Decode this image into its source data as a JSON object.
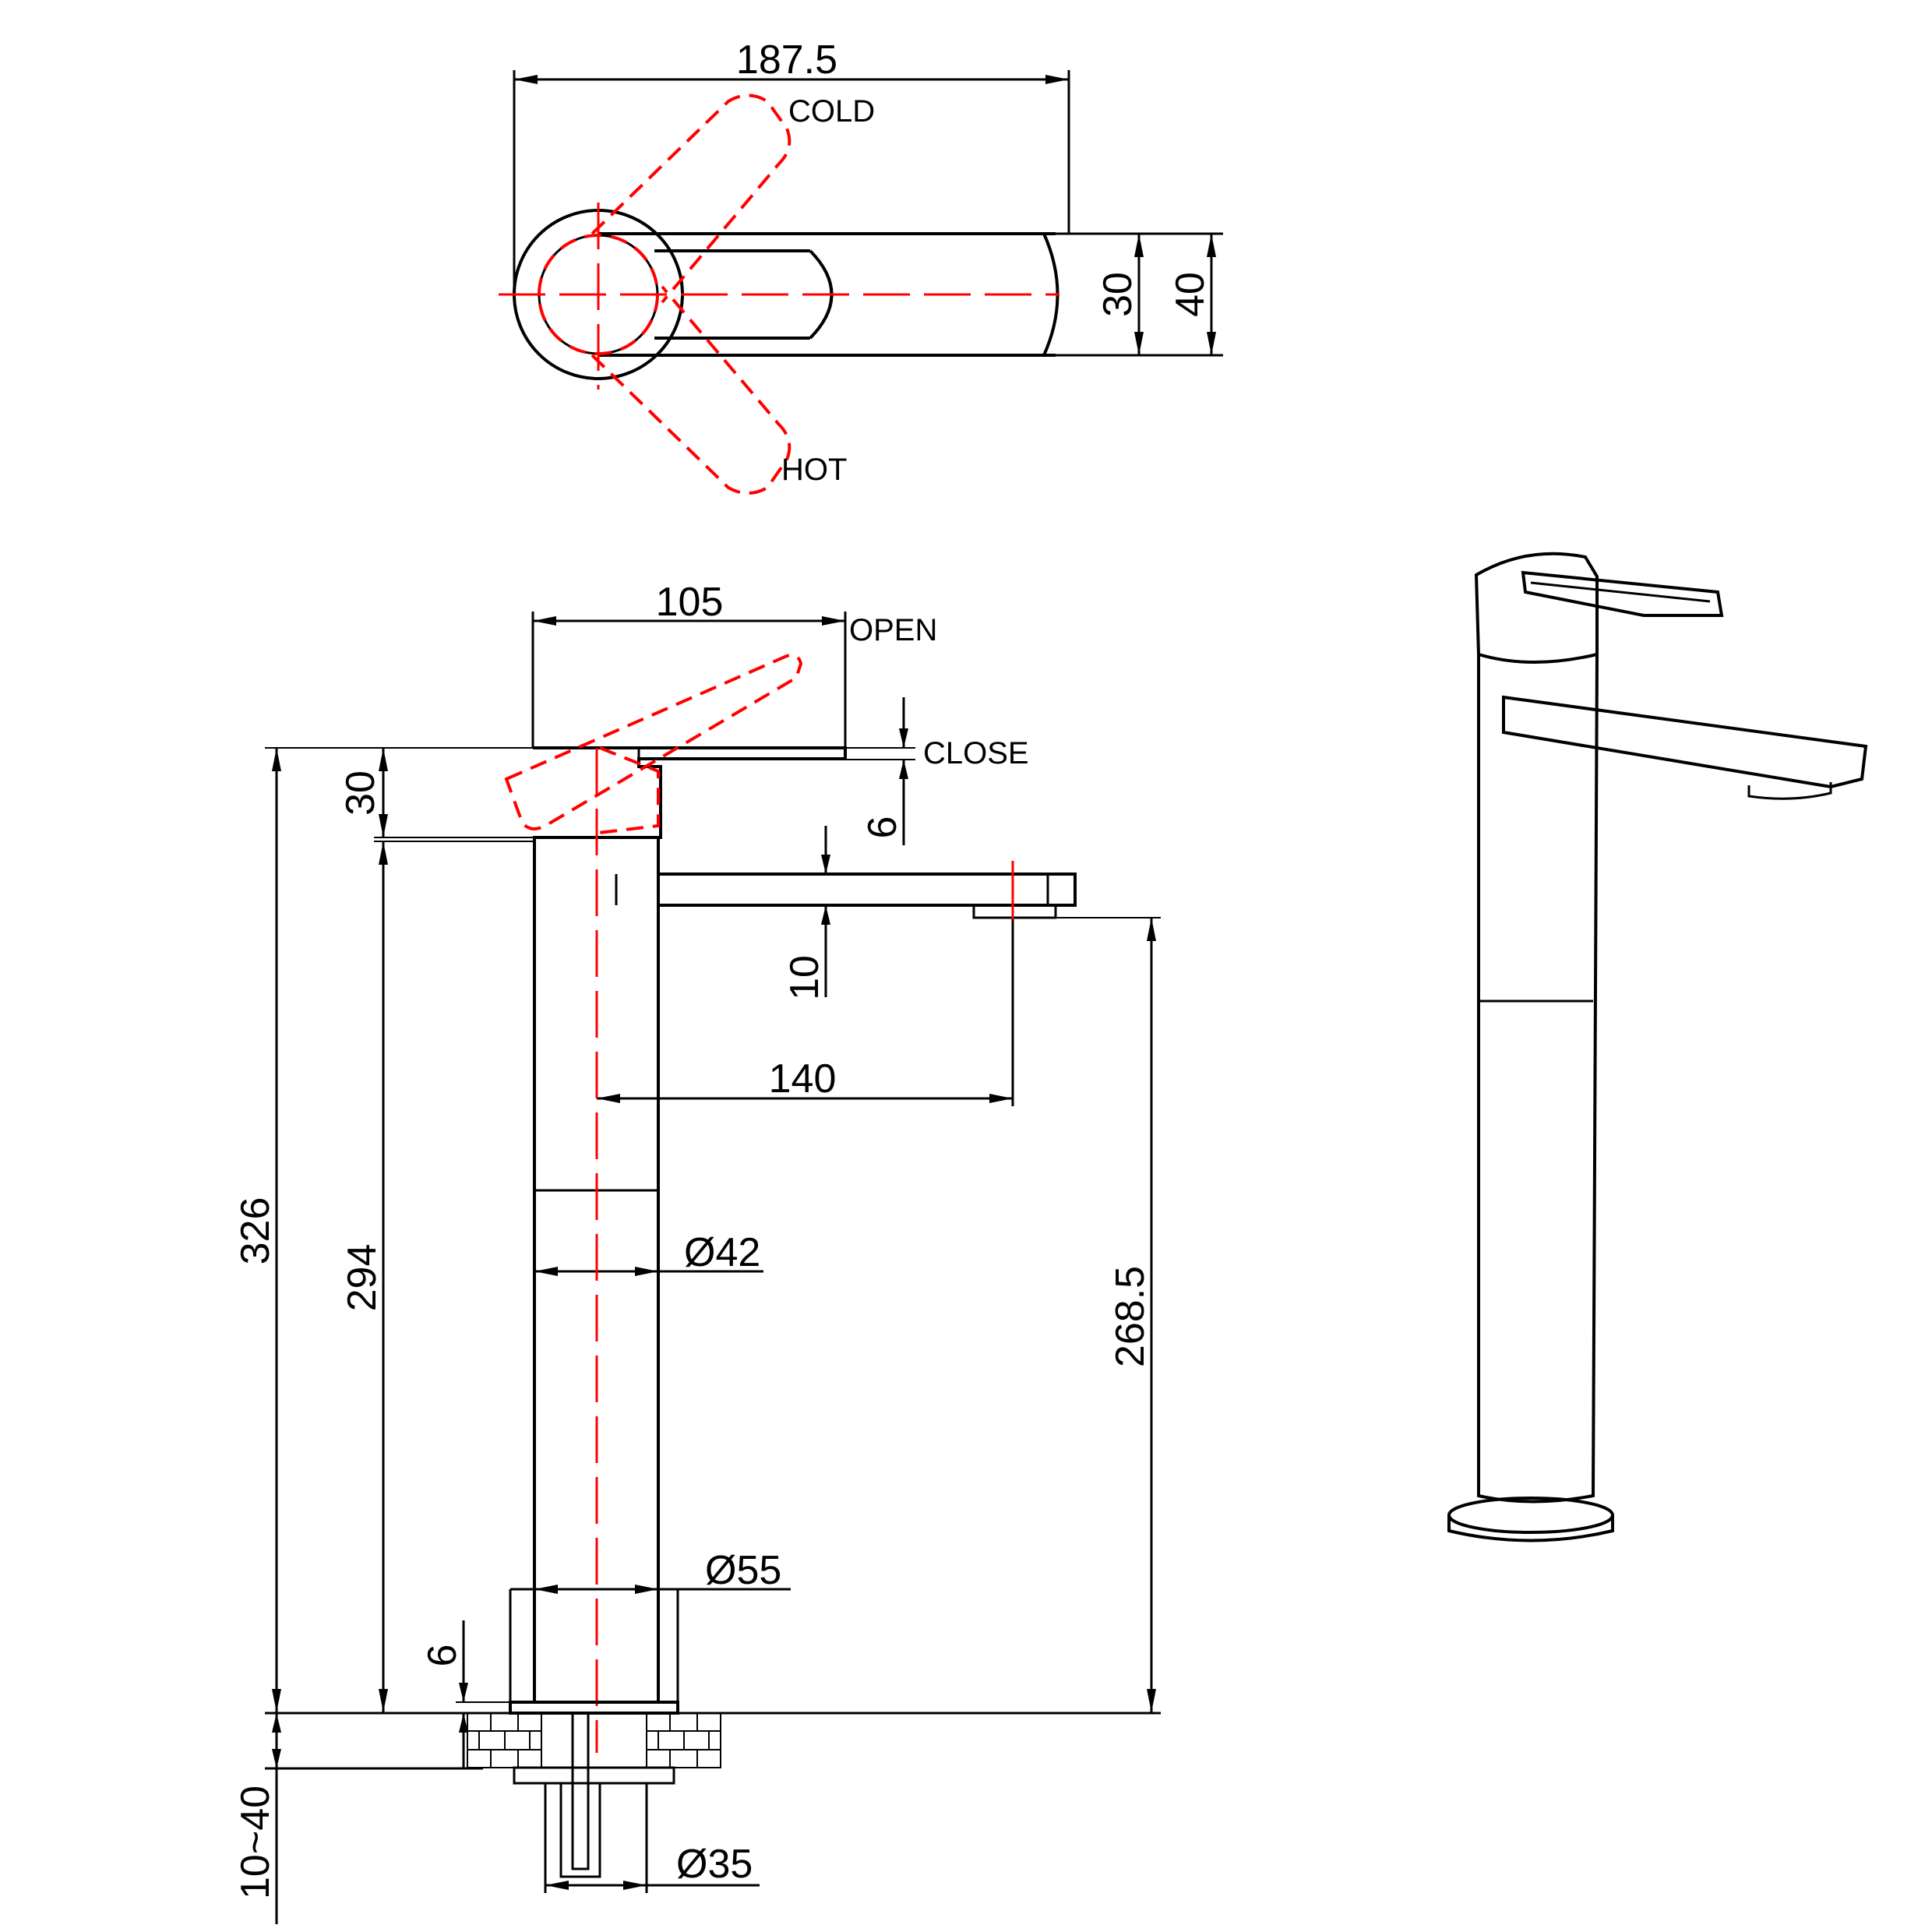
{
  "top_view": {
    "width_dim": "187.5",
    "lever_dim": "30",
    "body_dim": "40",
    "cold_label": "COLD",
    "hot_label": "HOT"
  },
  "side_view": {
    "handle_reach_dim": "105",
    "open_label": "OPEN",
    "close_label": "CLOSE",
    "handle_height_dim": "30",
    "close_gap_dim": "6",
    "spout_thickness_dim": "10",
    "spout_reach_dim": "140",
    "body_diameter_dim": "Ø42",
    "total_height_dim": "326",
    "body_height_dim": "294",
    "outlet_height_dim": "268.5",
    "base_diameter_dim": "Ø55",
    "base_height_dim": "6",
    "deck_thickness_dim": "10~40",
    "hole_diameter_dim": "Ø35"
  },
  "colors": {
    "line": "#000000",
    "centerline": "#ff0000"
  }
}
